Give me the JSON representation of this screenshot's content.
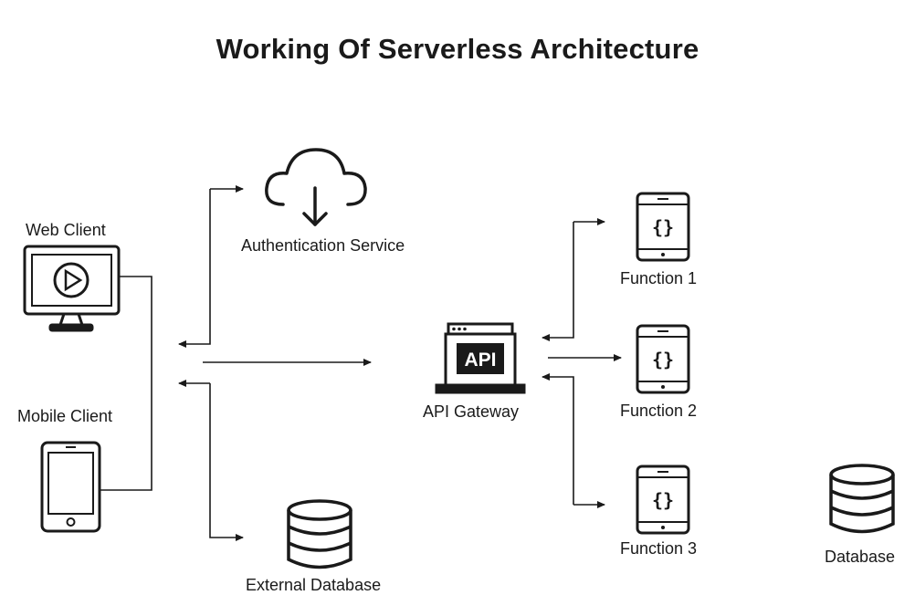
{
  "title": "Working Of Serverless Architecture",
  "nodes": {
    "web_client": {
      "label": "Web Client",
      "icon": "monitor-play-icon"
    },
    "mobile_client": {
      "label": "Mobile Client",
      "icon": "tablet-icon"
    },
    "auth_service": {
      "label": "Authentication Service",
      "icon": "cloud-download-icon"
    },
    "external_db": {
      "label": "External Database",
      "icon": "database-icon"
    },
    "api_gateway": {
      "label": "API Gateway",
      "icon": "api-laptop-icon",
      "badge": "API"
    },
    "function_1": {
      "label": "Function 1",
      "icon": "function-tablet-icon",
      "glyph": "{}"
    },
    "function_2": {
      "label": "Function 2",
      "icon": "function-tablet-icon",
      "glyph": "{}"
    },
    "function_3": {
      "label": "Function 3",
      "icon": "function-tablet-icon",
      "glyph": "{}"
    },
    "database": {
      "label": "Database",
      "icon": "database-icon"
    }
  },
  "colors": {
    "stroke": "#1a1a1a",
    "background": "#ffffff"
  }
}
